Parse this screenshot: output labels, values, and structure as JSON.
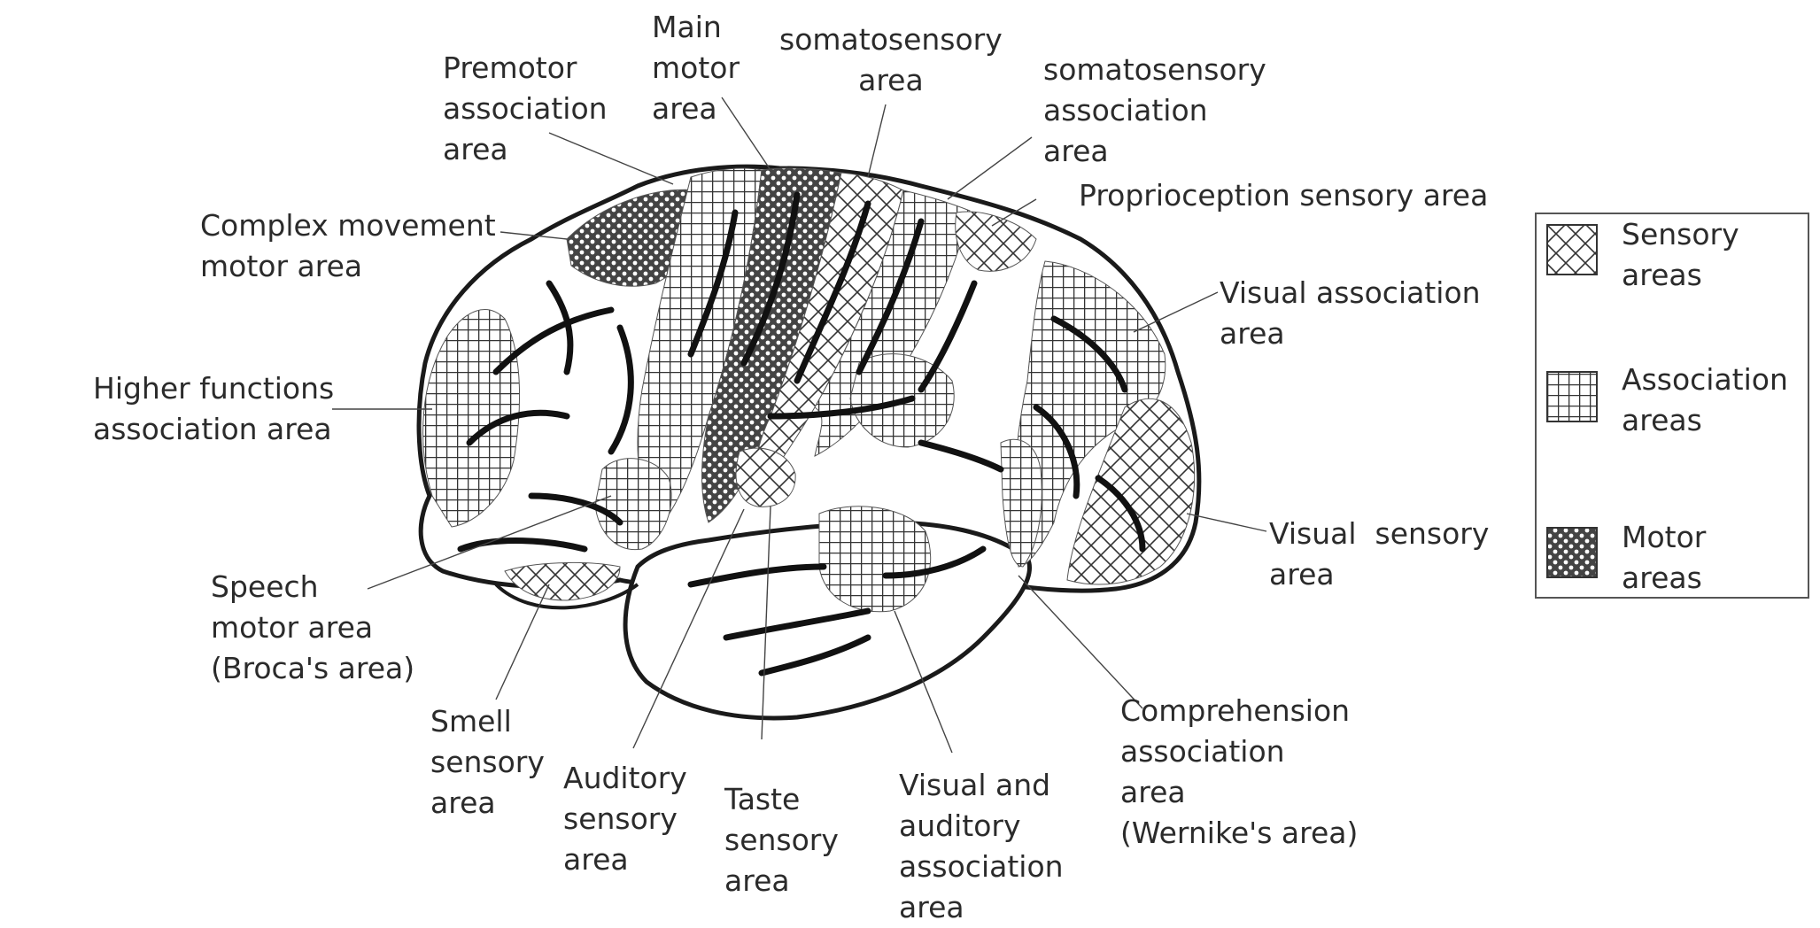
{
  "labels": {
    "main_motor": "Main\nmotor\narea",
    "somatosensory": "somatosensory\narea",
    "premotor": "Premotor\nassociation\narea",
    "somato_assoc": "somatosensory\nassociation\narea",
    "proprioception": "Proprioception sensory area",
    "complex_movement": "Complex movement\nmotor area",
    "visual_assoc": "Visual association\narea",
    "higher_functions": "Higher functions\nassociation area",
    "speech_motor": "Speech\nmotor area\n(Broca's area)",
    "visual_sensory": "Visual  sensory\narea",
    "smell": "Smell\nsensory\narea",
    "auditory": "Auditory\nsensory\narea",
    "taste": "Taste\nsensory\narea",
    "visual_auditory": "Visual and\nauditory\nassociation\narea",
    "comprehension": "Comprehension\nassociation\narea\n(Wernike's area)"
  },
  "legend": [
    {
      "pattern": "sensory",
      "label": "Sensory\nareas"
    },
    {
      "pattern": "association",
      "label": "Association\nareas"
    },
    {
      "pattern": "motor",
      "label": "Motor\nareas"
    }
  ],
  "colors": {
    "ink": "#1a1a1a",
    "text": "#2b2b2b",
    "fill": "#ffffff"
  }
}
